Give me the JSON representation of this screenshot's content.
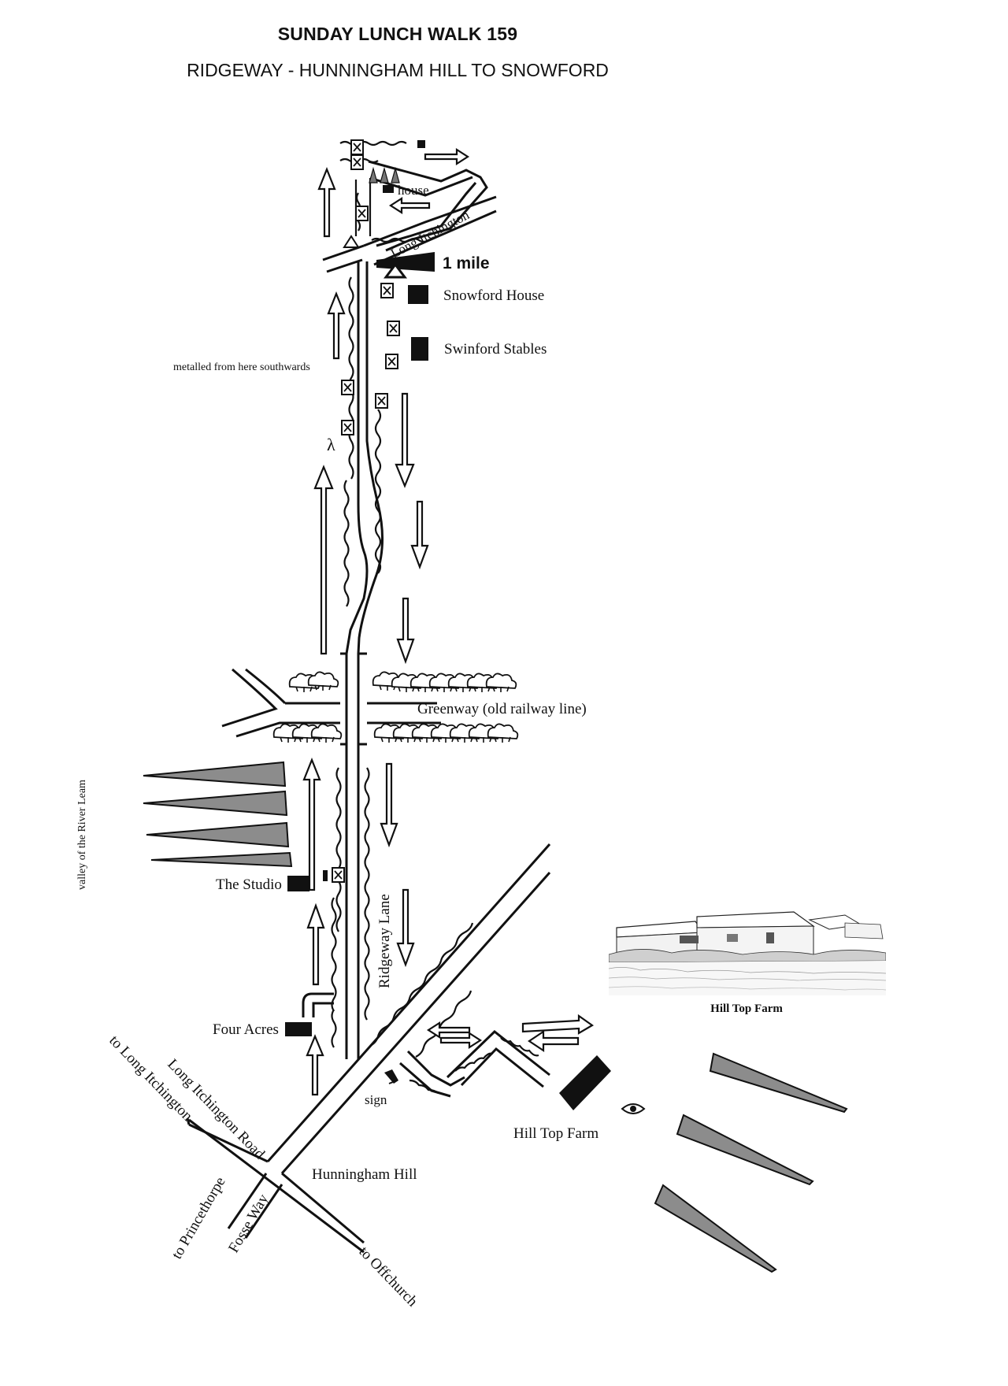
{
  "header": {
    "title": "SUNDAY LUNCH WALK 159",
    "subtitle": "RIDGEWAY - HUNNINGHAM HILL TO SNOWFORD"
  },
  "labels": {
    "house": "house",
    "long_itchington_top": "Long Itchington",
    "scale": "1 mile",
    "snowford_house": "Snowford House",
    "swinford_stables": "Swinford Stables",
    "metalled": "metalled from here southwards",
    "greenway": "Greenway (old railway line)",
    "valley": "valley of the River Leam",
    "the_studio": "The Studio",
    "ridgeway_lane": "Ridgeway Lane",
    "four_acres": "Four Acres",
    "sign": "sign",
    "hill_top_farm": "Hill Top Farm",
    "long_itchington_road": "Long Itchington Road",
    "to_long_itchington": "to Long Itchington",
    "hunningham_hill": "Hunningham Hill",
    "to_princethorpe": "to Princethorpe",
    "fosse_way": "Fosse Way",
    "to_offchurch": "to Offchurch"
  },
  "photo": {
    "caption": "Hill Top Farm"
  },
  "symbols": {
    "stile": "stile-icon",
    "gate": "gate-icon",
    "building": "building-icon",
    "trig_point": "triangle-icon",
    "viewpoint": "eye-icon",
    "tree": "tree-icon",
    "direction": "arrow-icon"
  },
  "colors": {
    "ink": "#111111",
    "view_wedge": "#8c8c8c",
    "paper": "#ffffff"
  }
}
